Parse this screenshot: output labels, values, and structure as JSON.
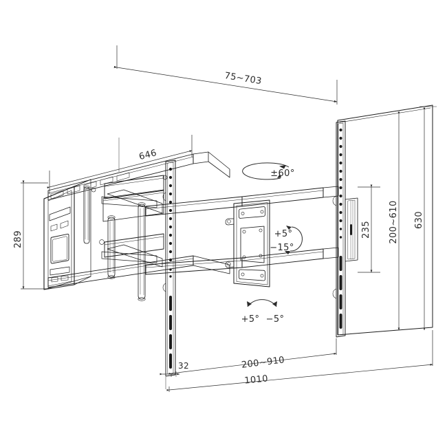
{
  "drawing": {
    "title": "Full-motion TV wall mount technical drawing",
    "background_color": "#ffffff",
    "line_color": "#1a1a1a",
    "dimension_color": "#2b2b2b"
  },
  "dimensions": {
    "extension_range": "75~703",
    "wall_plate_width": "646",
    "wall_plate_height": "289",
    "rail_offset": "32",
    "vesa_height": "235",
    "vesa_width_range": "200~610",
    "panel_height": "630",
    "vesa_horizontal_range": "200~910",
    "panel_width": "1010"
  },
  "angles": {
    "swivel": "±60°",
    "tilt_up": "+5°",
    "tilt_down": "−15°",
    "rotate_left": "+5°",
    "rotate_right": "−5°"
  },
  "labels": {
    "extension_range": "75~703",
    "wall_plate_width": "646",
    "wall_plate_height": "289",
    "rail_offset": "32",
    "vesa_height": "235",
    "vesa_width_range": "200~610",
    "panel_height": "630",
    "vesa_horizontal_range": "200~910",
    "panel_width": "1010",
    "swivel": "±60°",
    "tilt_up": "+5°",
    "tilt_down": "−15°",
    "roll_left": "+5°",
    "roll_right": "−5°"
  }
}
